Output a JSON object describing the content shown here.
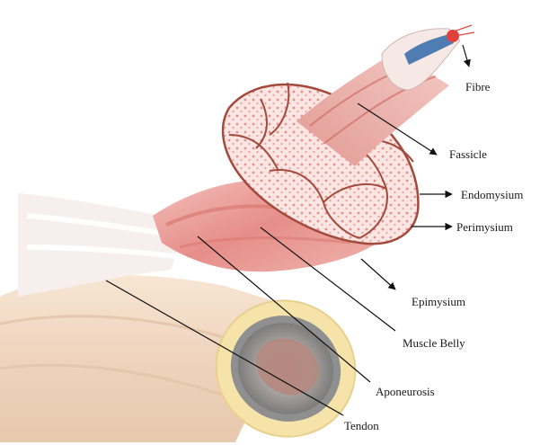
{
  "labels": {
    "fibre": "Fibre",
    "fassicle": "Fassicle",
    "endomysium": "Endomysium",
    "perimysium": "Perimysium",
    "epimysium": "Epimysium",
    "muscle_belly": "Muscle Belly",
    "aponeurosis": "Aponeurosis",
    "tendon": "Tendon"
  },
  "colors": {
    "muscle": "#e9a3a0",
    "fascicle_outline": "#a24a3c",
    "fascicle_fill": "#fbe3e1",
    "tendon": "#f2d7c0",
    "bone_cortex": "#f4e2a8",
    "marrow_gray": "#9c9c9c",
    "fibre_blue": "#4f7db3",
    "fibre_tip": "#e0413a",
    "label_text": "#1a1a1a"
  }
}
